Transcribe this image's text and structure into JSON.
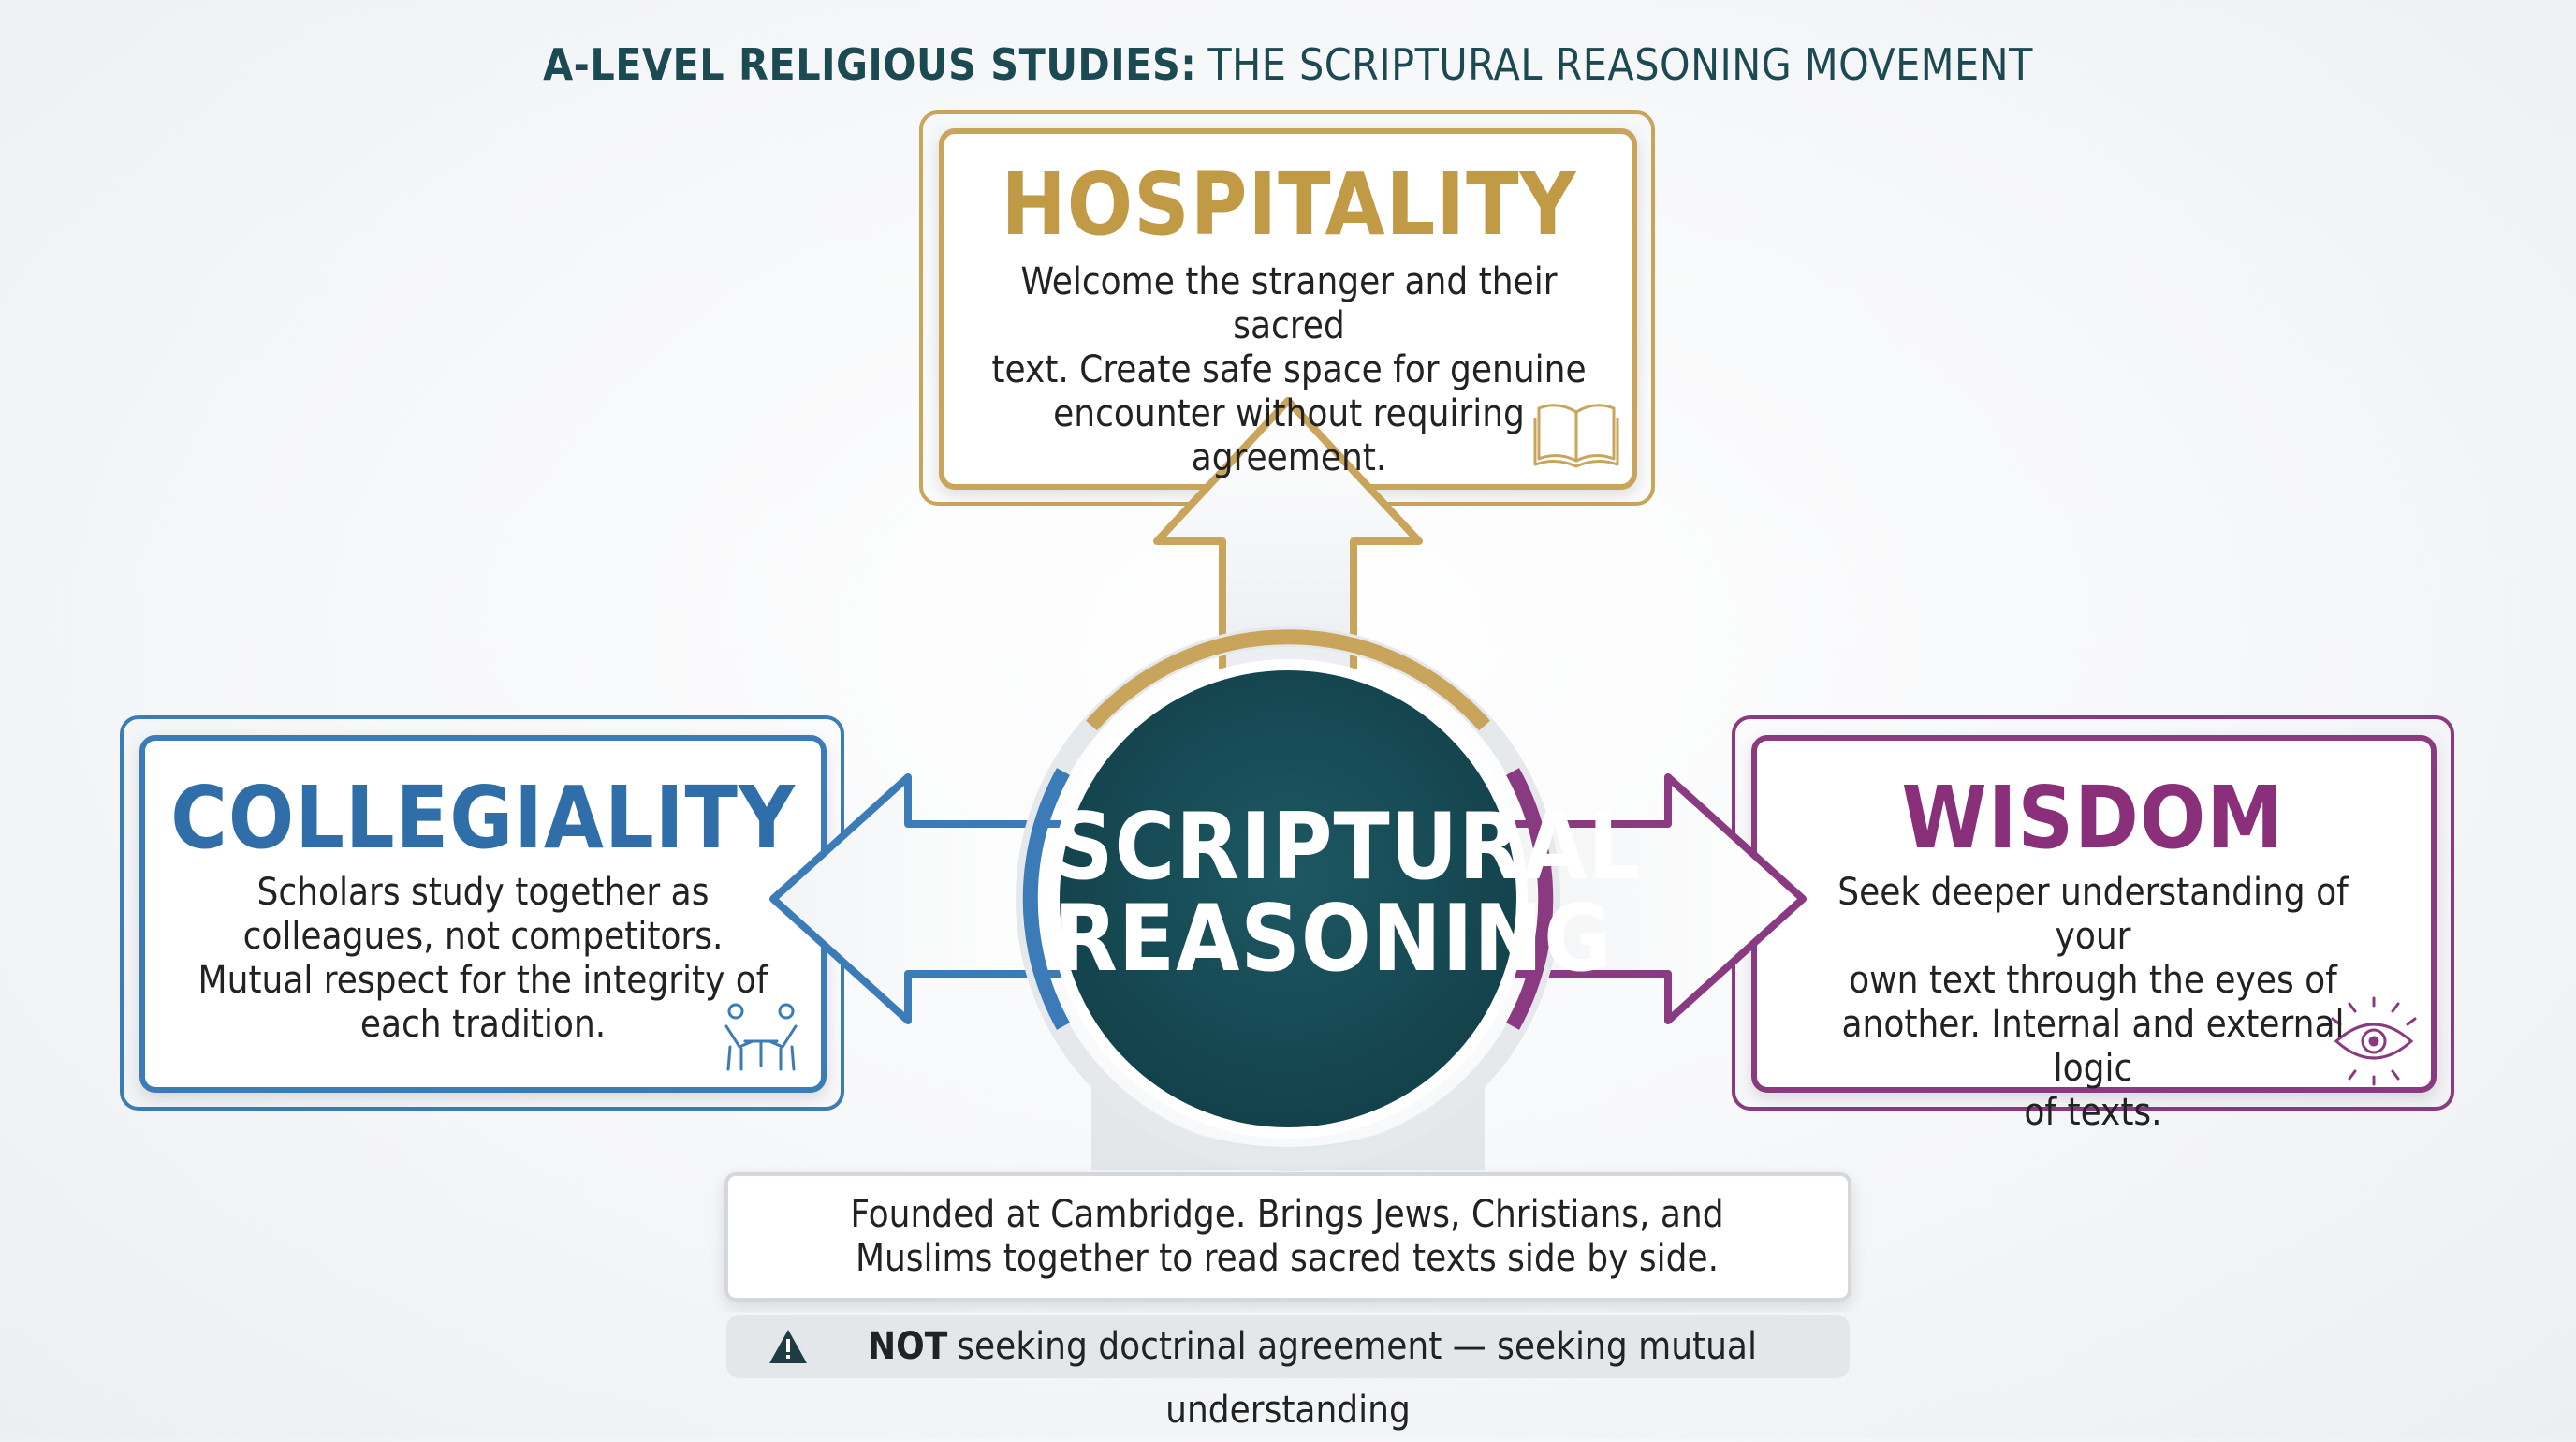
{
  "title": {
    "bold": "A-LEVEL RELIGIOUS STUDIES:",
    "rest": "THE SCRIPTURAL REASONING MOVEMENT"
  },
  "center": {
    "line1": "SCRIPTURAL",
    "line2": "REASONING"
  },
  "cards": {
    "hospitality": {
      "heading": "HOSPITALITY",
      "lines": [
        "Welcome the stranger and their sacred",
        "text. Create safe space for genuine",
        "encounter without requiring agreement."
      ],
      "icon": "open-book-icon"
    },
    "collegiality": {
      "heading": "COLLEGIALITY",
      "lines": [
        "Scholars study together as",
        "colleagues, not competitors.",
        "Mutual respect for the integrity of",
        "each tradition."
      ],
      "icon": "people-at-table-icon"
    },
    "wisdom": {
      "heading": "WISDOM",
      "lines": [
        "Seek deeper understanding of your",
        "own text through the eyes of",
        "another. Internal and external logic",
        "of texts."
      ],
      "icon": "eye-icon"
    }
  },
  "founded": {
    "lines": [
      "Founded at Cambridge. Brings Jews, Christians, and",
      "Muslims together to read sacred texts side by side."
    ]
  },
  "warning": {
    "strong": "NOT",
    "rest": "seeking doctrinal agreement — seeking mutual understanding",
    "icon": "warning-triangle-icon"
  },
  "colors": {
    "hospitality": "#c9a55b",
    "collegiality": "#3a7bb8",
    "wisdom": "#8a3a80",
    "center": "#174a54",
    "title": "#1c4a52"
  }
}
